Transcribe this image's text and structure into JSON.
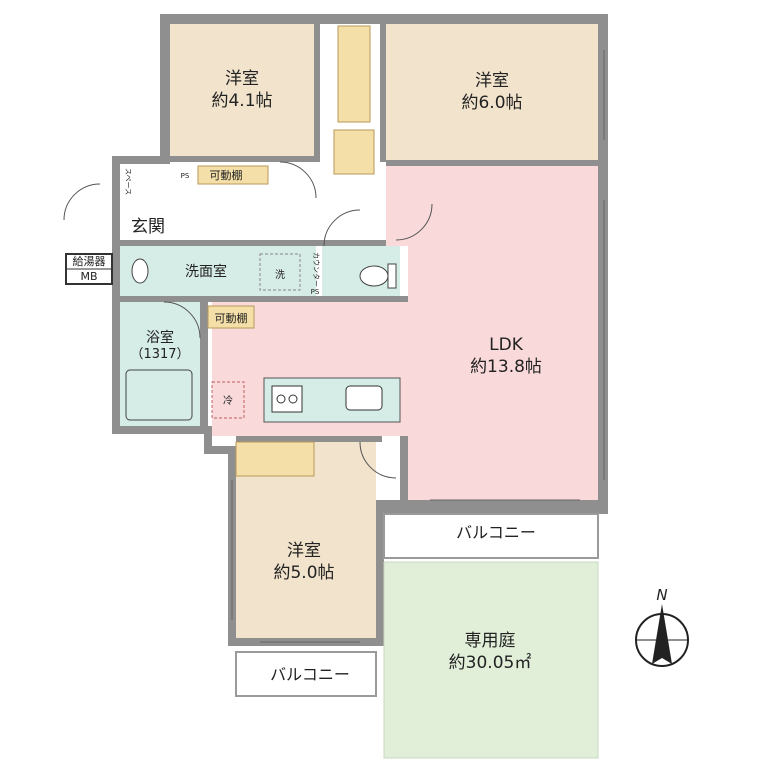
{
  "rooms": {
    "western_room_1": {
      "name": "洋室",
      "size": "約4.1帖"
    },
    "western_room_2": {
      "name": "洋室",
      "size": "約6.0帖"
    },
    "western_room_3": {
      "name": "洋室",
      "size": "約5.0帖"
    },
    "ldk": {
      "name": "LDK",
      "size": "約13.8帖"
    },
    "entrance": {
      "name": "玄関"
    },
    "washroom": {
      "name": "洗面室"
    },
    "bathroom": {
      "name": "浴室",
      "size": "（1317）"
    },
    "balcony_east": {
      "name": "バルコニー"
    },
    "balcony_west": {
      "name": "バルコニー"
    },
    "private_garden": {
      "name": "専用庭",
      "size": "約30.05㎡"
    }
  },
  "fixtures": {
    "movable_shelf_1": "可動棚",
    "movable_shelf_2": "可動棚",
    "water_heater": "給湯器",
    "meter_box": "MB",
    "pipe_space_1": "PS",
    "pipe_space_2": "PS",
    "washing_machine": "洗",
    "refrigerator": "冷",
    "shoe_cabinet": "スペース",
    "toilet_counter": "カウンター"
  },
  "compass": {
    "north_label": "N"
  },
  "colors": {
    "western_room": "#f1e3cc",
    "ldk": "#f9d9da",
    "wet_area": "#d6ece6",
    "garden": "#e1efd9",
    "closet": "#f5dfa8",
    "wall": "#8a8a8a",
    "floor_white": "#ffffff"
  }
}
